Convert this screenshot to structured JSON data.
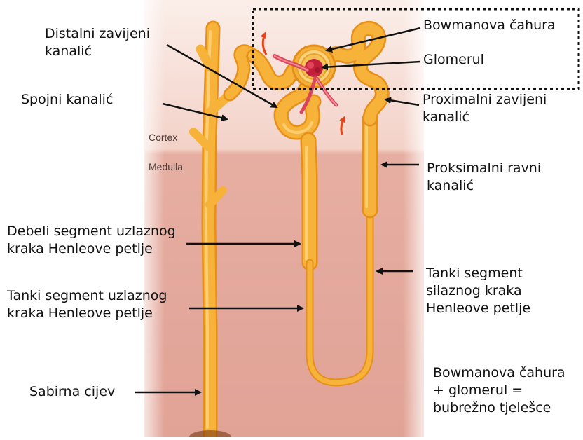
{
  "zones": {
    "cortex": "Cortex",
    "medulla": "Medulla"
  },
  "labels": {
    "distal": "Distalni zavijeni\nkanalić",
    "spojni": "Spojni kanalić",
    "debeli": "Debeli segment uzlaznog\nkraka Henleove petlje",
    "tanki_uzlazni": "Tanki segment uzlaznog\nkraka Henleove petlje",
    "sabirna": "Sabirna cijev",
    "bowman": "Bowmanova čahura",
    "glomerul": "Glomerul",
    "proximalni": "Proximalni zavijeni\nkanalić",
    "proksimalni_ravni": "Proksimalni ravni\nkanalić",
    "tanki_silazni": "Tanki segment\nsilaznog kraka\nHenleove petlje",
    "note": "Bowmanova čahura\n+ glomerul =\nbubrežno tjelešce"
  },
  "colors": {
    "tubule": "#f5a020",
    "tubule_highlight": "#ffd27a",
    "cortex_bg": "#f6dcd4",
    "medulla_bg": "#e3a69a",
    "vessel": "#d9455a",
    "arrow": "#111111",
    "flow_arrow": "#e8441a"
  }
}
